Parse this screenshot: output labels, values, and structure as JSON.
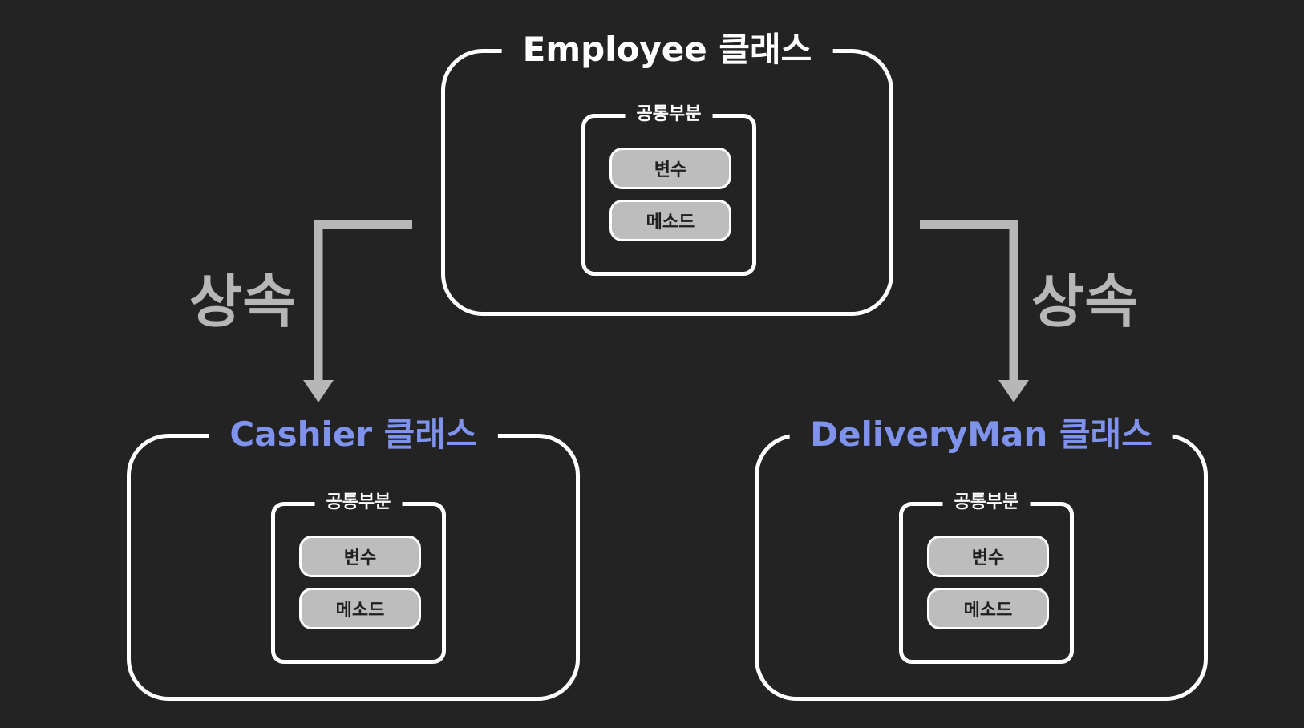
{
  "parent": {
    "title": "Employee 클래스",
    "common": {
      "label": "공통부분",
      "variable": "변수",
      "method": "메소드"
    }
  },
  "children": [
    {
      "title": "Cashier 클래스",
      "common": {
        "label": "공통부분",
        "variable": "변수",
        "method": "메소드"
      }
    },
    {
      "title": "DeliveryMan 클래스",
      "common": {
        "label": "공통부분",
        "variable": "변수",
        "method": "메소드"
      }
    }
  ],
  "inheritance_label": "상속",
  "colors": {
    "background": "#232323",
    "parent_title": "#ffffff",
    "child_title": "#7f93ec",
    "arrow": "#b7b7b7",
    "pill_fill": "#bdbdbd"
  }
}
